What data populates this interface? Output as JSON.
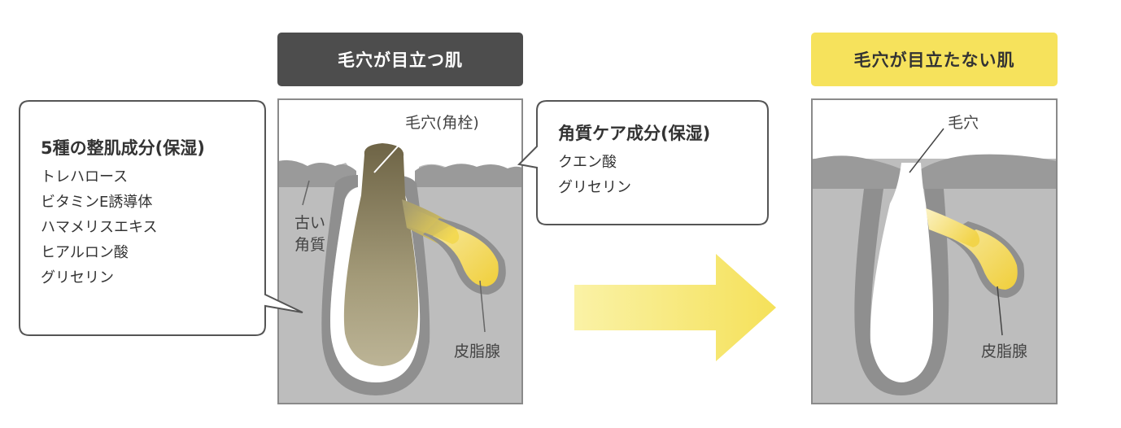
{
  "left_panel": {
    "title": "毛穴が目立つ肌",
    "label_pore": "毛穴(角栓)",
    "label_old_horny_line1": "古い",
    "label_old_horny_line2": "角質",
    "label_gland": "皮脂腺"
  },
  "right_panel": {
    "title": "毛穴が目立たない肌",
    "label_pore": "毛穴",
    "label_gland": "皮脂腺"
  },
  "callout_left": {
    "title": "5種の整肌成分(保湿)",
    "items": [
      "トレハロース",
      "ビタミンE誘導体",
      "ハマメリスエキス",
      "ヒアルロン酸",
      "グリセリン"
    ]
  },
  "callout_right": {
    "title": "角質ケア成分(保湿)",
    "items": [
      "クエン酸",
      "グリセリン"
    ]
  },
  "colors": {
    "dark_title_bg": "#4d4d4d",
    "yellow_title_bg": "#f6e25c",
    "skin_gray": "#bdbdbd",
    "skin_outline": "#8a8a8a",
    "plug": "#8a8060",
    "sebum": "#f3d74a",
    "arrow": "#f7ea7a"
  }
}
